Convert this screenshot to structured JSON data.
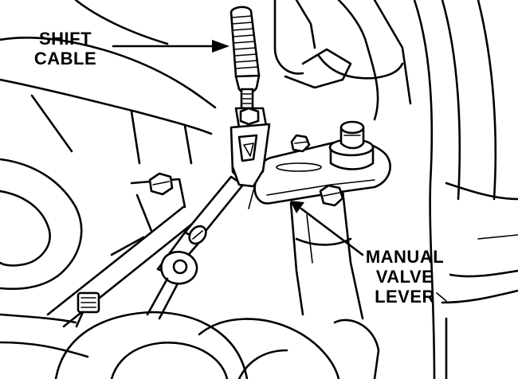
{
  "labels": {
    "shift_cable": {
      "line1": "SHIFT",
      "line2": "CABLE"
    },
    "manual_valve_lever": {
      "line1": "MANUAL",
      "line2": "VALVE",
      "line3": "LEVER"
    }
  },
  "colors": {
    "ink": "#000000",
    "paper": "#ffffff"
  }
}
